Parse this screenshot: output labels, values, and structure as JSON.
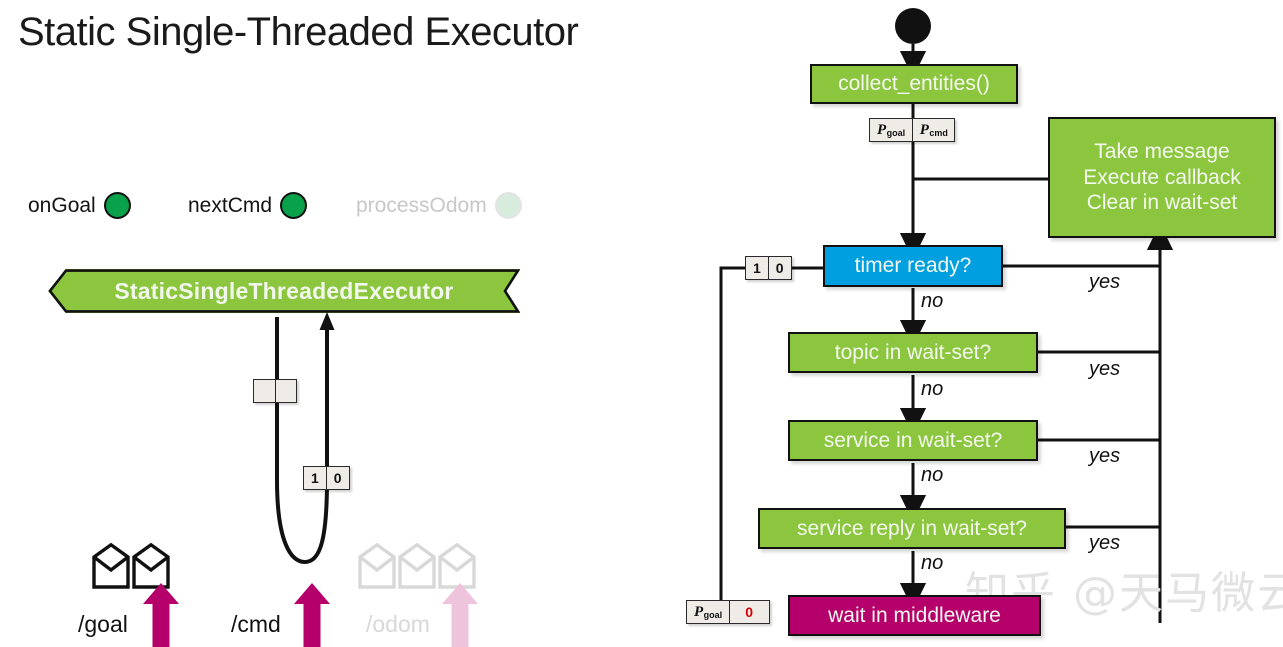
{
  "page": {
    "title": "Static Single-Threaded Executor",
    "watermark": "知乎 @天马微云",
    "colors": {
      "green": "#8cc63f",
      "blue": "#00a0e0",
      "magenta": "#b5006b",
      "callback_dot": "#0aa14b",
      "callback_dot_faded": "#d7ecdd",
      "arrow_magenta": "#b5006b",
      "arrow_pink_faded": "#eec3dc",
      "badge_bg": "#efece7",
      "badge_red_text": "#d60000"
    }
  },
  "callbacks": [
    {
      "label": "onGoal",
      "state": "active"
    },
    {
      "label": "nextCmd",
      "state": "active"
    },
    {
      "label": "processOdom",
      "state": "faded"
    }
  ],
  "executor": {
    "name": "StaticSingleThreadedExecutor"
  },
  "queue_badges": {
    "executor_empty": {
      "cells": [
        "",
        ""
      ]
    },
    "executor_counts": {
      "cells": [
        "1",
        "0"
      ]
    }
  },
  "topics": [
    {
      "name": "/goal",
      "envelopes": 2,
      "state": "active"
    },
    {
      "name": "/cmd",
      "envelopes": 0,
      "state": "active"
    },
    {
      "name": "/odom",
      "envelopes": 3,
      "state": "faded"
    }
  ],
  "flowchart": {
    "start_node": "start-dot",
    "nodes": [
      {
        "id": "collect-entities",
        "label": "collect_entities()",
        "color": "green"
      },
      {
        "id": "take-message",
        "label": "Take message\nExecute callback\nClear in wait-set",
        "color": "green",
        "lines": [
          "Take message",
          "Execute callback",
          "Clear in wait-set"
        ]
      },
      {
        "id": "timer-ready",
        "label": "timer ready?",
        "color": "blue"
      },
      {
        "id": "topic-in-wait-set",
        "label": "topic in wait-set?",
        "color": "green"
      },
      {
        "id": "service-in-wait-set",
        "label": "service in wait-set?",
        "color": "green"
      },
      {
        "id": "service-reply-in-wait-set",
        "label": "service reply in wait-set?",
        "color": "green"
      },
      {
        "id": "wait-in-middleware",
        "label": "wait in middleware",
        "color": "magenta"
      }
    ],
    "edge_labels": {
      "no_1": "no",
      "no_2": "no",
      "no_3": "no",
      "no_4": "no",
      "yes_1": "yes",
      "yes_2": "yes",
      "yes_3": "yes",
      "yes_4": "yes"
    },
    "badges": {
      "after_collect": {
        "cells": [
          "P goal",
          "P cmd"
        ],
        "p1_base": "P",
        "p1_sub": "goal",
        "p2_base": "P",
        "p2_sub": "cmd"
      },
      "timer_loop": {
        "cells": [
          "1",
          "0"
        ]
      },
      "wait_middleware": {
        "p_base": "P",
        "p_sub": "goal",
        "count": "0"
      }
    }
  }
}
